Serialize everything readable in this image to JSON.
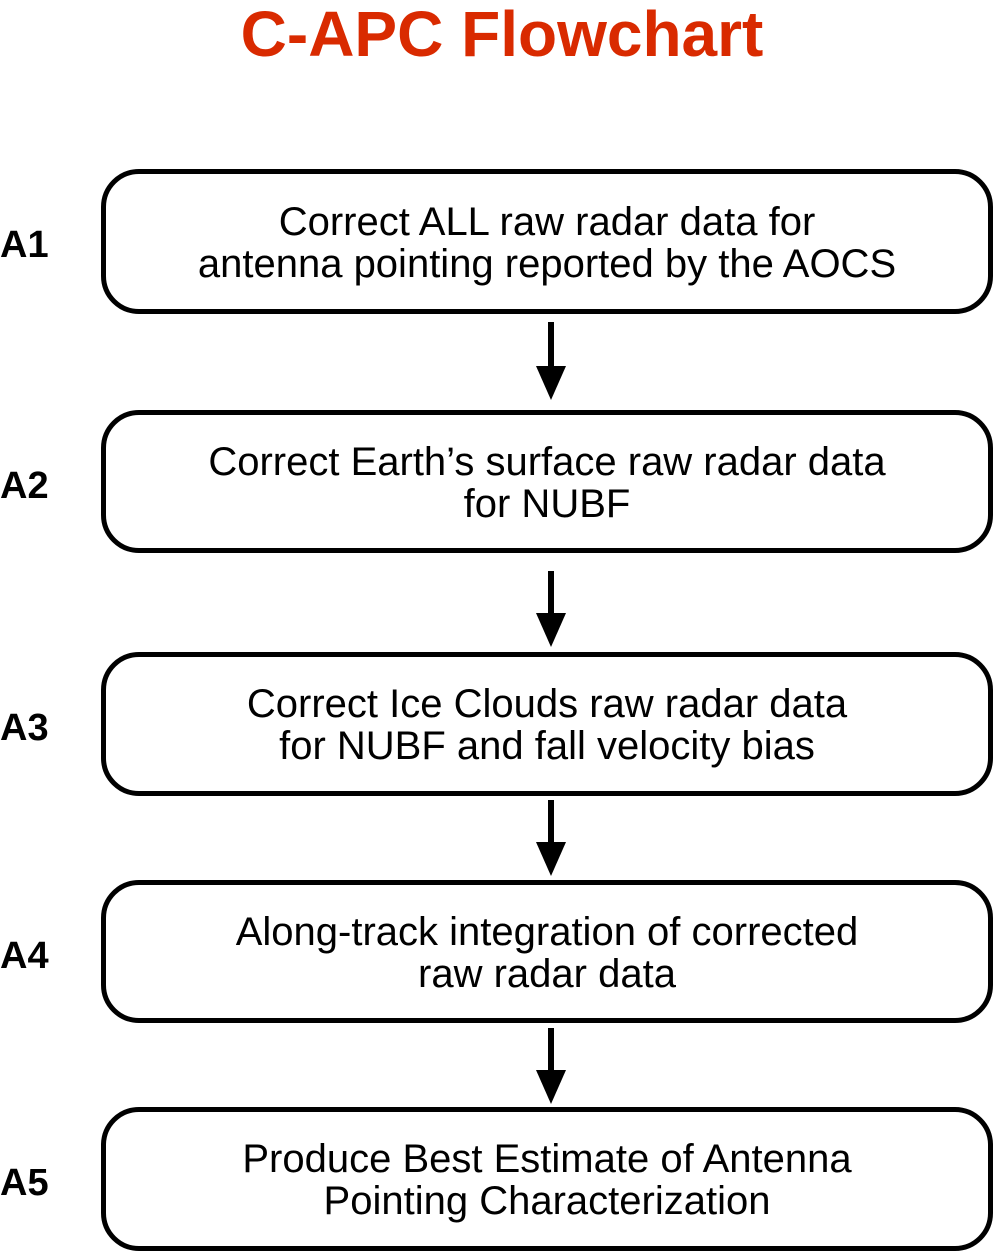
{
  "title": "C-APC Flowchart",
  "colors": {
    "title": "#d92a00",
    "box_border": "#000000",
    "arrow": "#000000",
    "text": "#000000"
  },
  "steps": [
    {
      "id": "A1",
      "text": "Correct ALL raw radar data for\nantenna pointing reported by the AOCS"
    },
    {
      "id": "A2",
      "text": "Correct Earth’s surface raw radar data\nfor NUBF"
    },
    {
      "id": "A3",
      "text": "Correct Ice Clouds raw radar data\nfor NUBF and fall velocity bias"
    },
    {
      "id": "A4",
      "text": "Along-track integration of corrected\nraw radar data"
    },
    {
      "id": "A5",
      "text": "Produce Best Estimate of Antenna\nPointing Characterization"
    }
  ],
  "connections": [
    {
      "from": "A1",
      "to": "A2"
    },
    {
      "from": "A2",
      "to": "A3"
    },
    {
      "from": "A3",
      "to": "A4"
    },
    {
      "from": "A4",
      "to": "A5"
    }
  ]
}
